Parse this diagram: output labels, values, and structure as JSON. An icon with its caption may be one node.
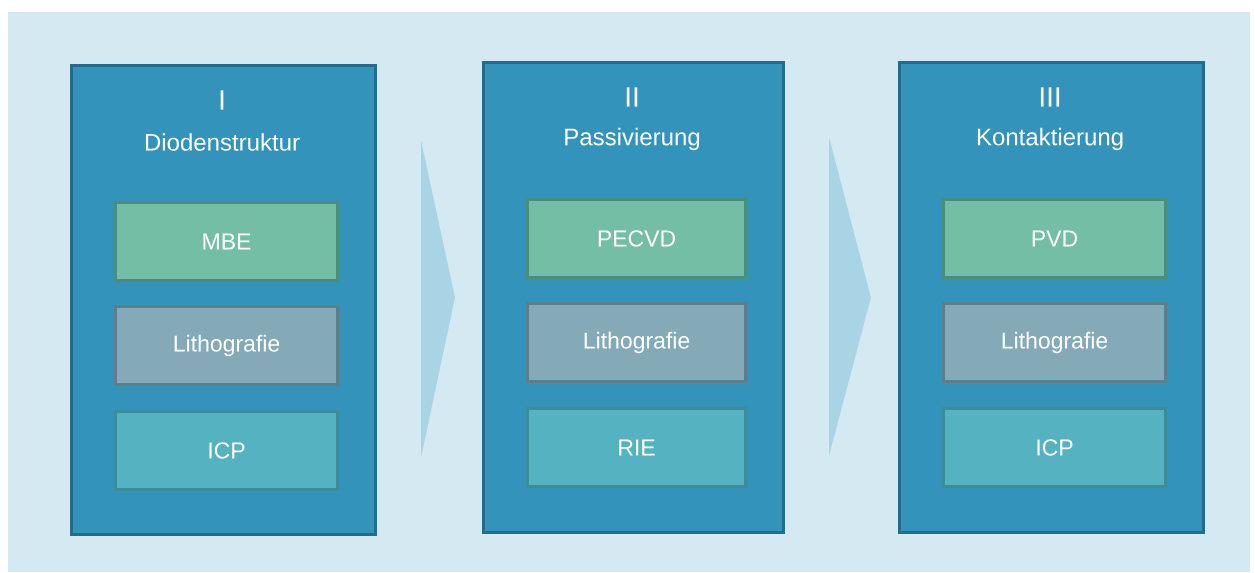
{
  "diagram": {
    "nodes": [
      {
        "text": [
          "I",
          "Diodenstruktur"
        ]
      },
      {
        "text": [
          "MBE"
        ],
        "in": 0
      },
      {
        "text": [
          "Lithografie"
        ],
        "in": 0
      },
      {
        "text": [
          "ICP"
        ],
        "in": 0
      },
      {
        "text": [
          "II",
          "Passivierung"
        ]
      },
      {
        "text": [
          "PECVD"
        ],
        "in": 4
      },
      {
        "text": [
          "Lithografie"
        ],
        "in": 4
      },
      {
        "text": [
          "RIE"
        ],
        "in": 4
      },
      {
        "text": [
          "III",
          "Kontaktierung"
        ]
      },
      {
        "text": [
          "PVD"
        ],
        "in": 8
      },
      {
        "text": [
          "Lithografie"
        ],
        "in": 8
      },
      {
        "text": [
          "ICP"
        ],
        "in": 8
      }
    ],
    "edges": [
      {
        "from": 0,
        "to": 4,
        "arrow": "to"
      },
      {
        "from": 4,
        "to": 8,
        "arrow": "to"
      }
    ]
  }
}
